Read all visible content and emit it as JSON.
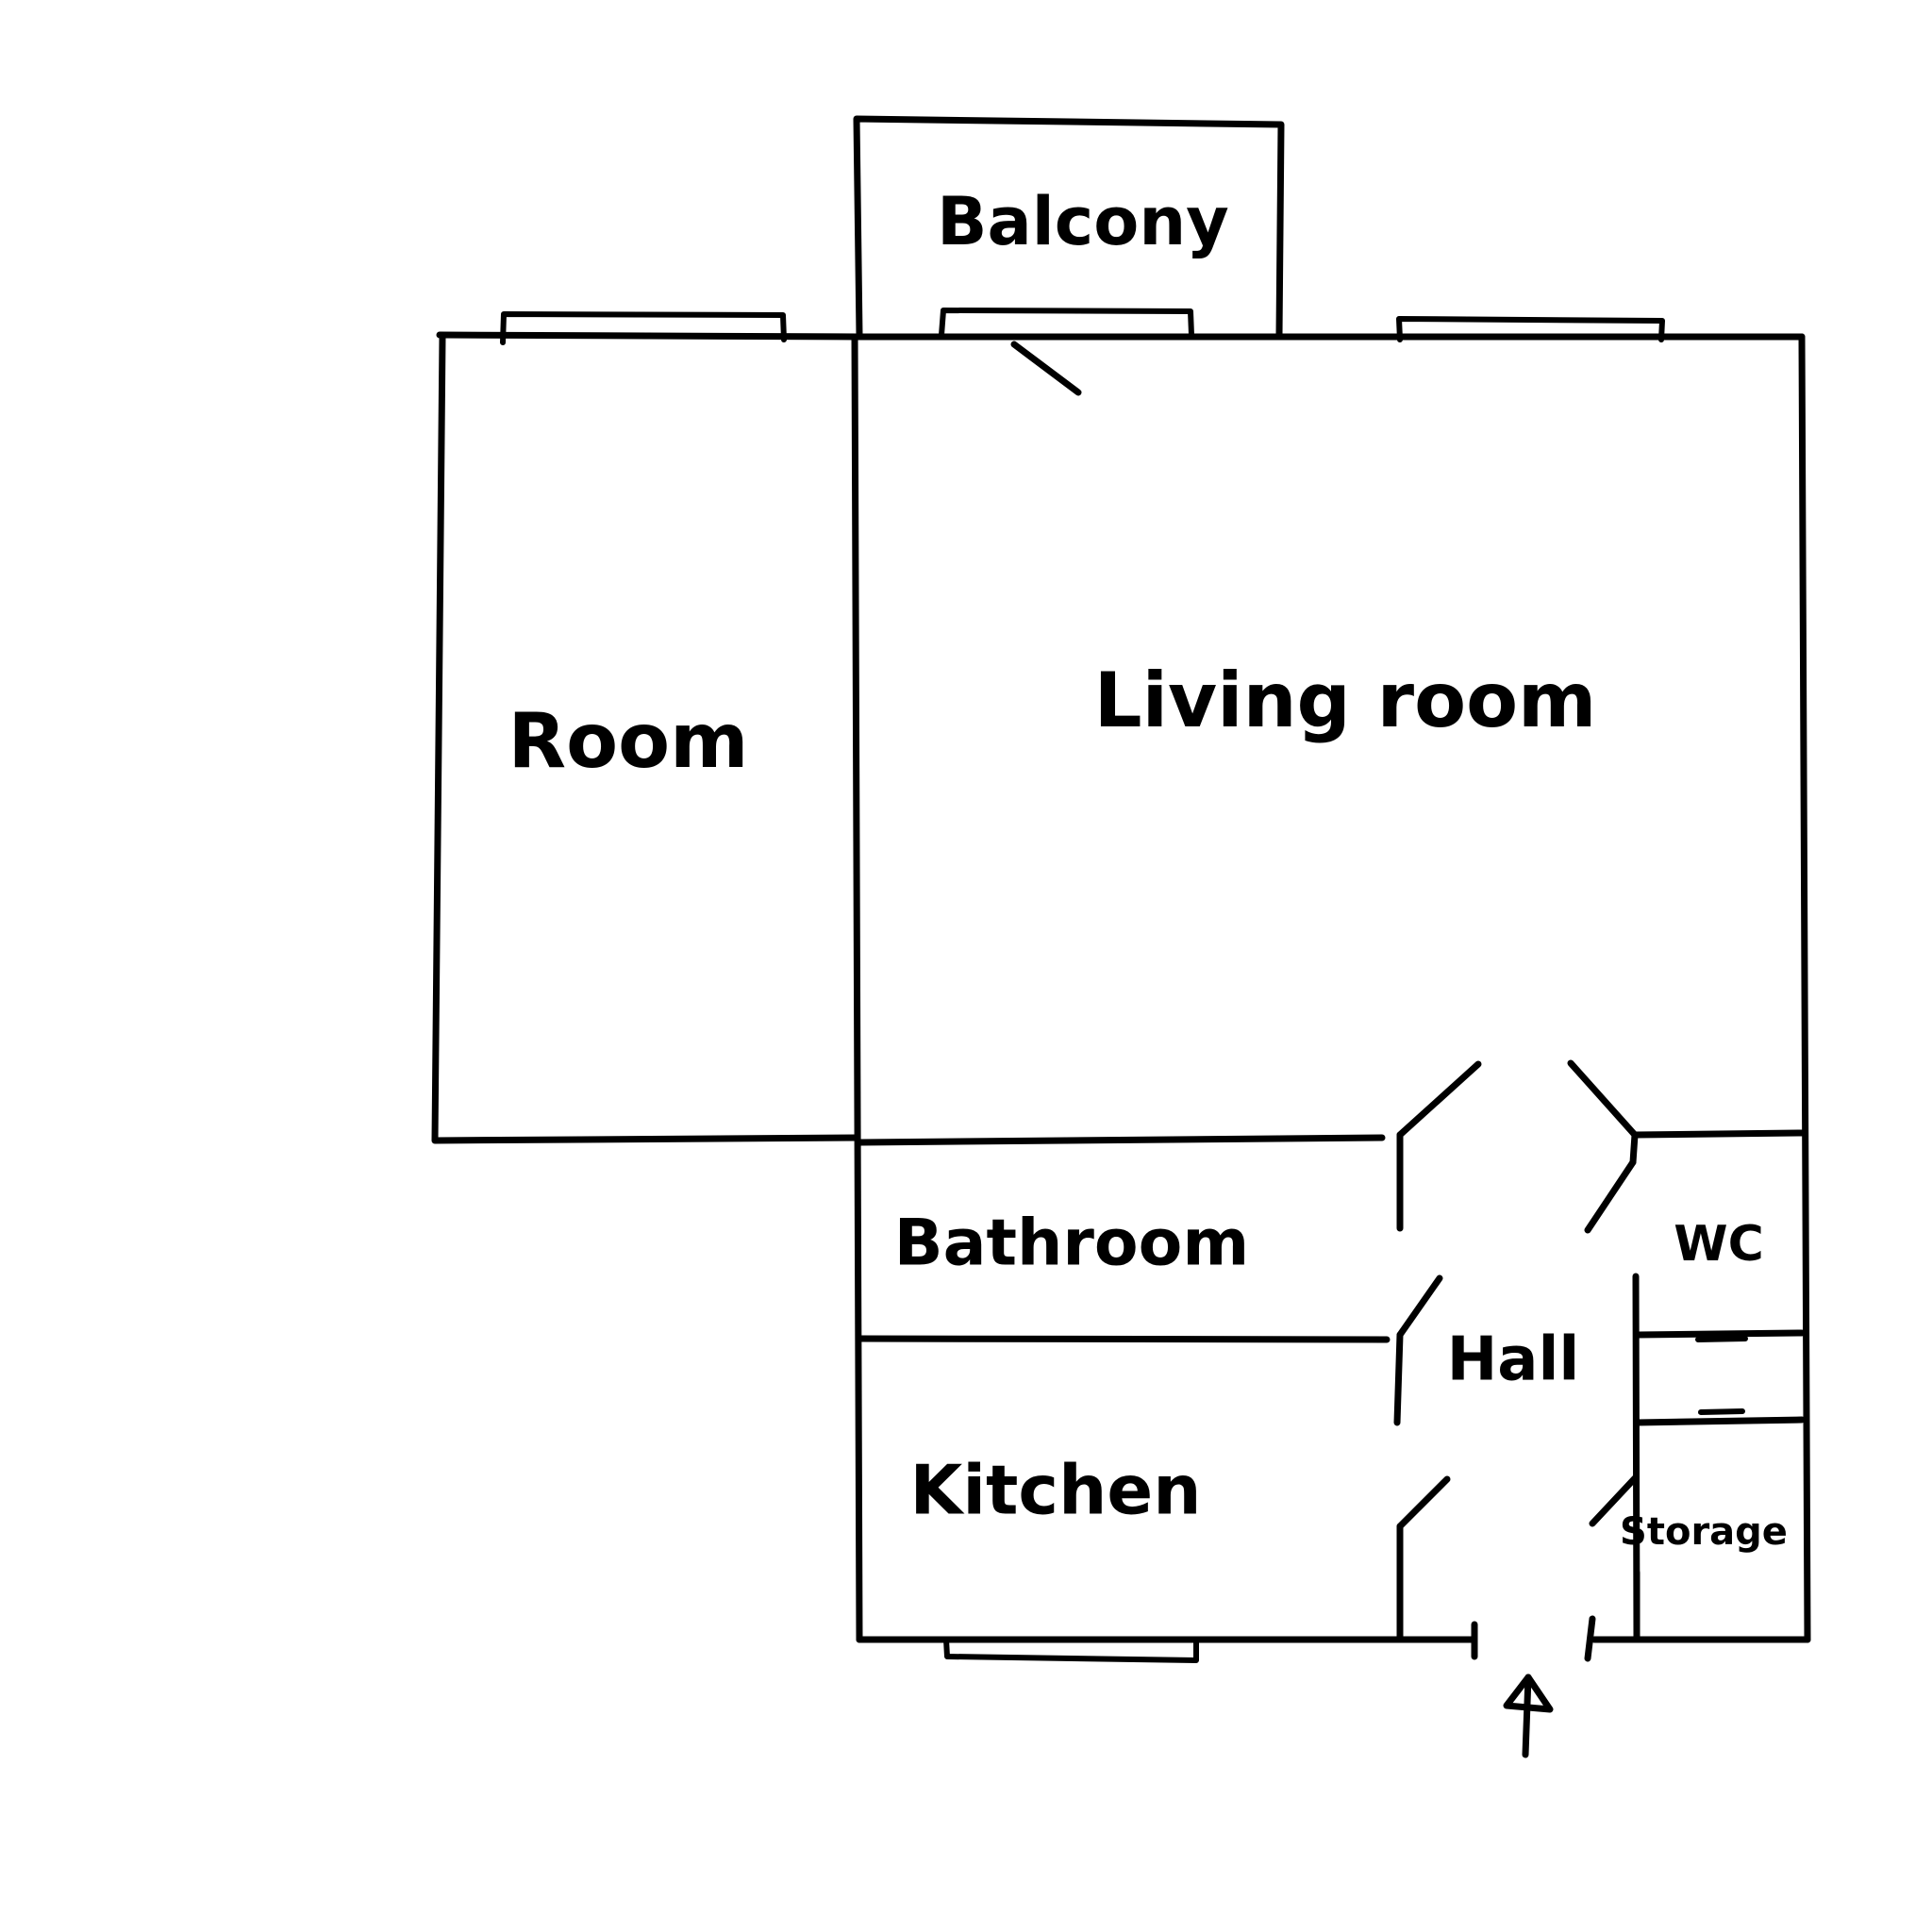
{
  "floor_plan": {
    "rooms": {
      "balcony": "Balcony",
      "room": "Room",
      "living_room": "Living room",
      "bathroom": "Bathroom",
      "wc": "WC",
      "hall": "Hall",
      "kitchen": "Kitchen",
      "storage": "Storage"
    },
    "entrance_icon": "arrow-up-icon",
    "colors": {
      "line": "#000000",
      "background": "#ffffff"
    }
  }
}
